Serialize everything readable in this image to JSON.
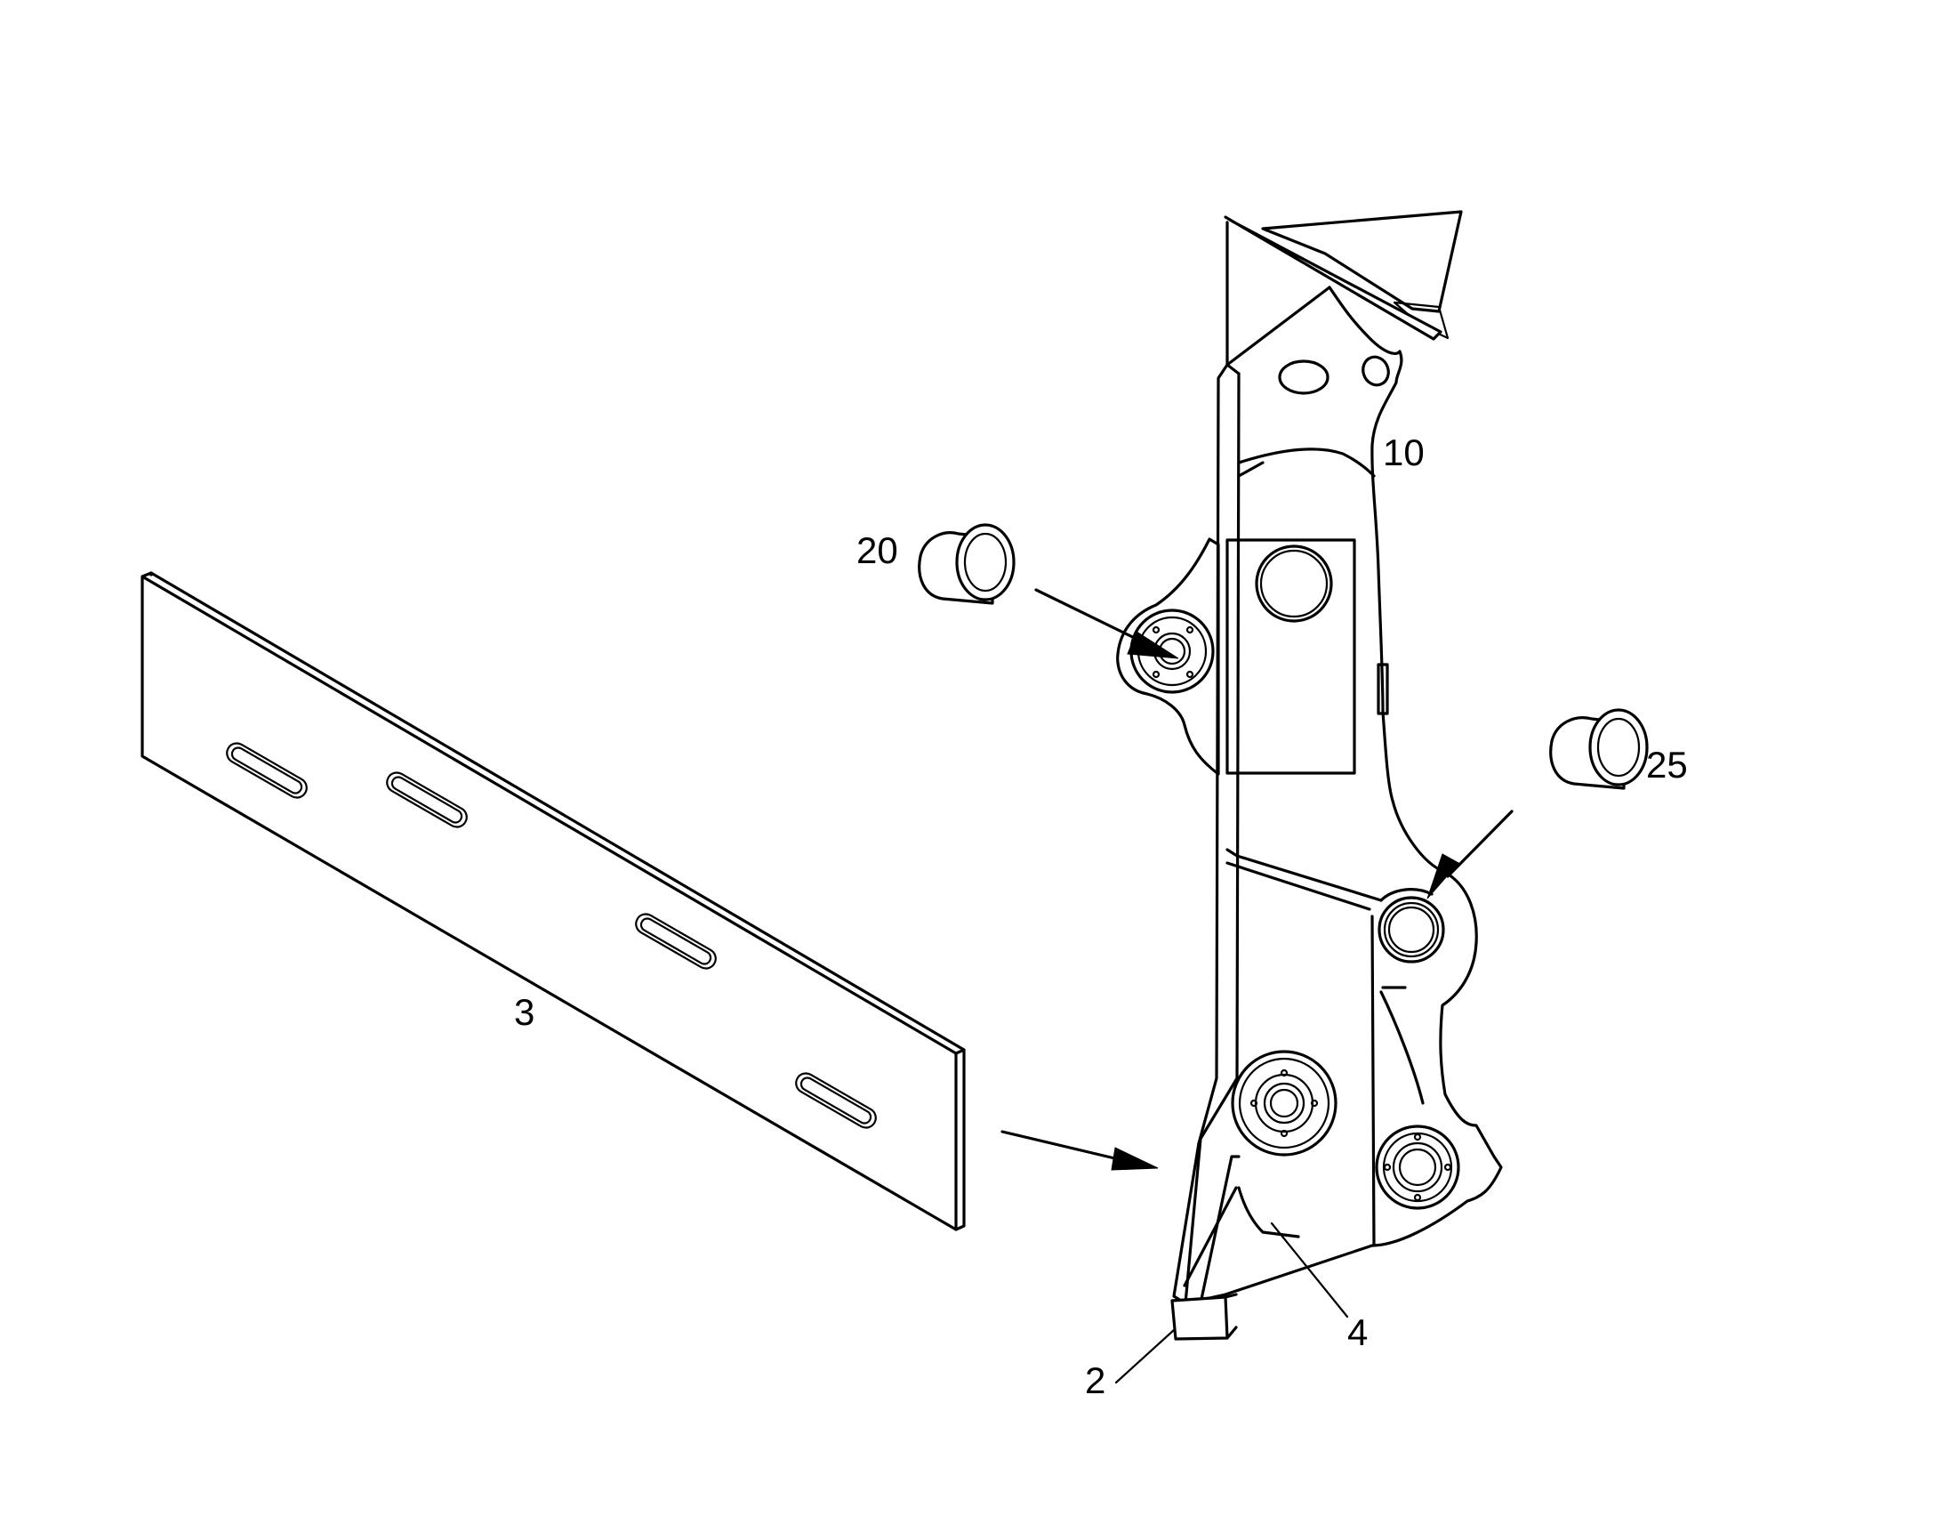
{
  "callouts": {
    "c2": "2",
    "c3": "3",
    "c4": "4",
    "c10": "10",
    "c20": "20",
    "c25": "25"
  },
  "colors": {
    "line": "#000000",
    "background": "#ffffff"
  }
}
